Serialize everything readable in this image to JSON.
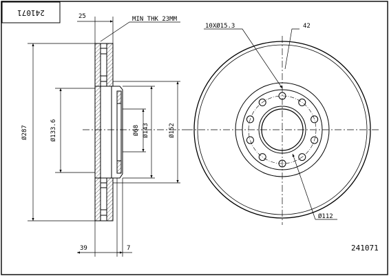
{
  "drawing": {
    "part_number": "241071",
    "part_number_footer": "241071"
  },
  "dimensions": {
    "hat_depth": "25",
    "min_thickness": "MIN THK 23MM",
    "bolt_holes": "10XØ15.3",
    "hub_detail": "42",
    "outer_diameter": "Ø287",
    "hat_outer_diameter": "Ø133.6",
    "center_bore": "Ø68",
    "hub_face_diameter": "Ø143",
    "inner_friction_diameter": "Ø152",
    "bolt_circle": "Ø112",
    "overall_height": "39",
    "flange_thickness": "7"
  }
}
